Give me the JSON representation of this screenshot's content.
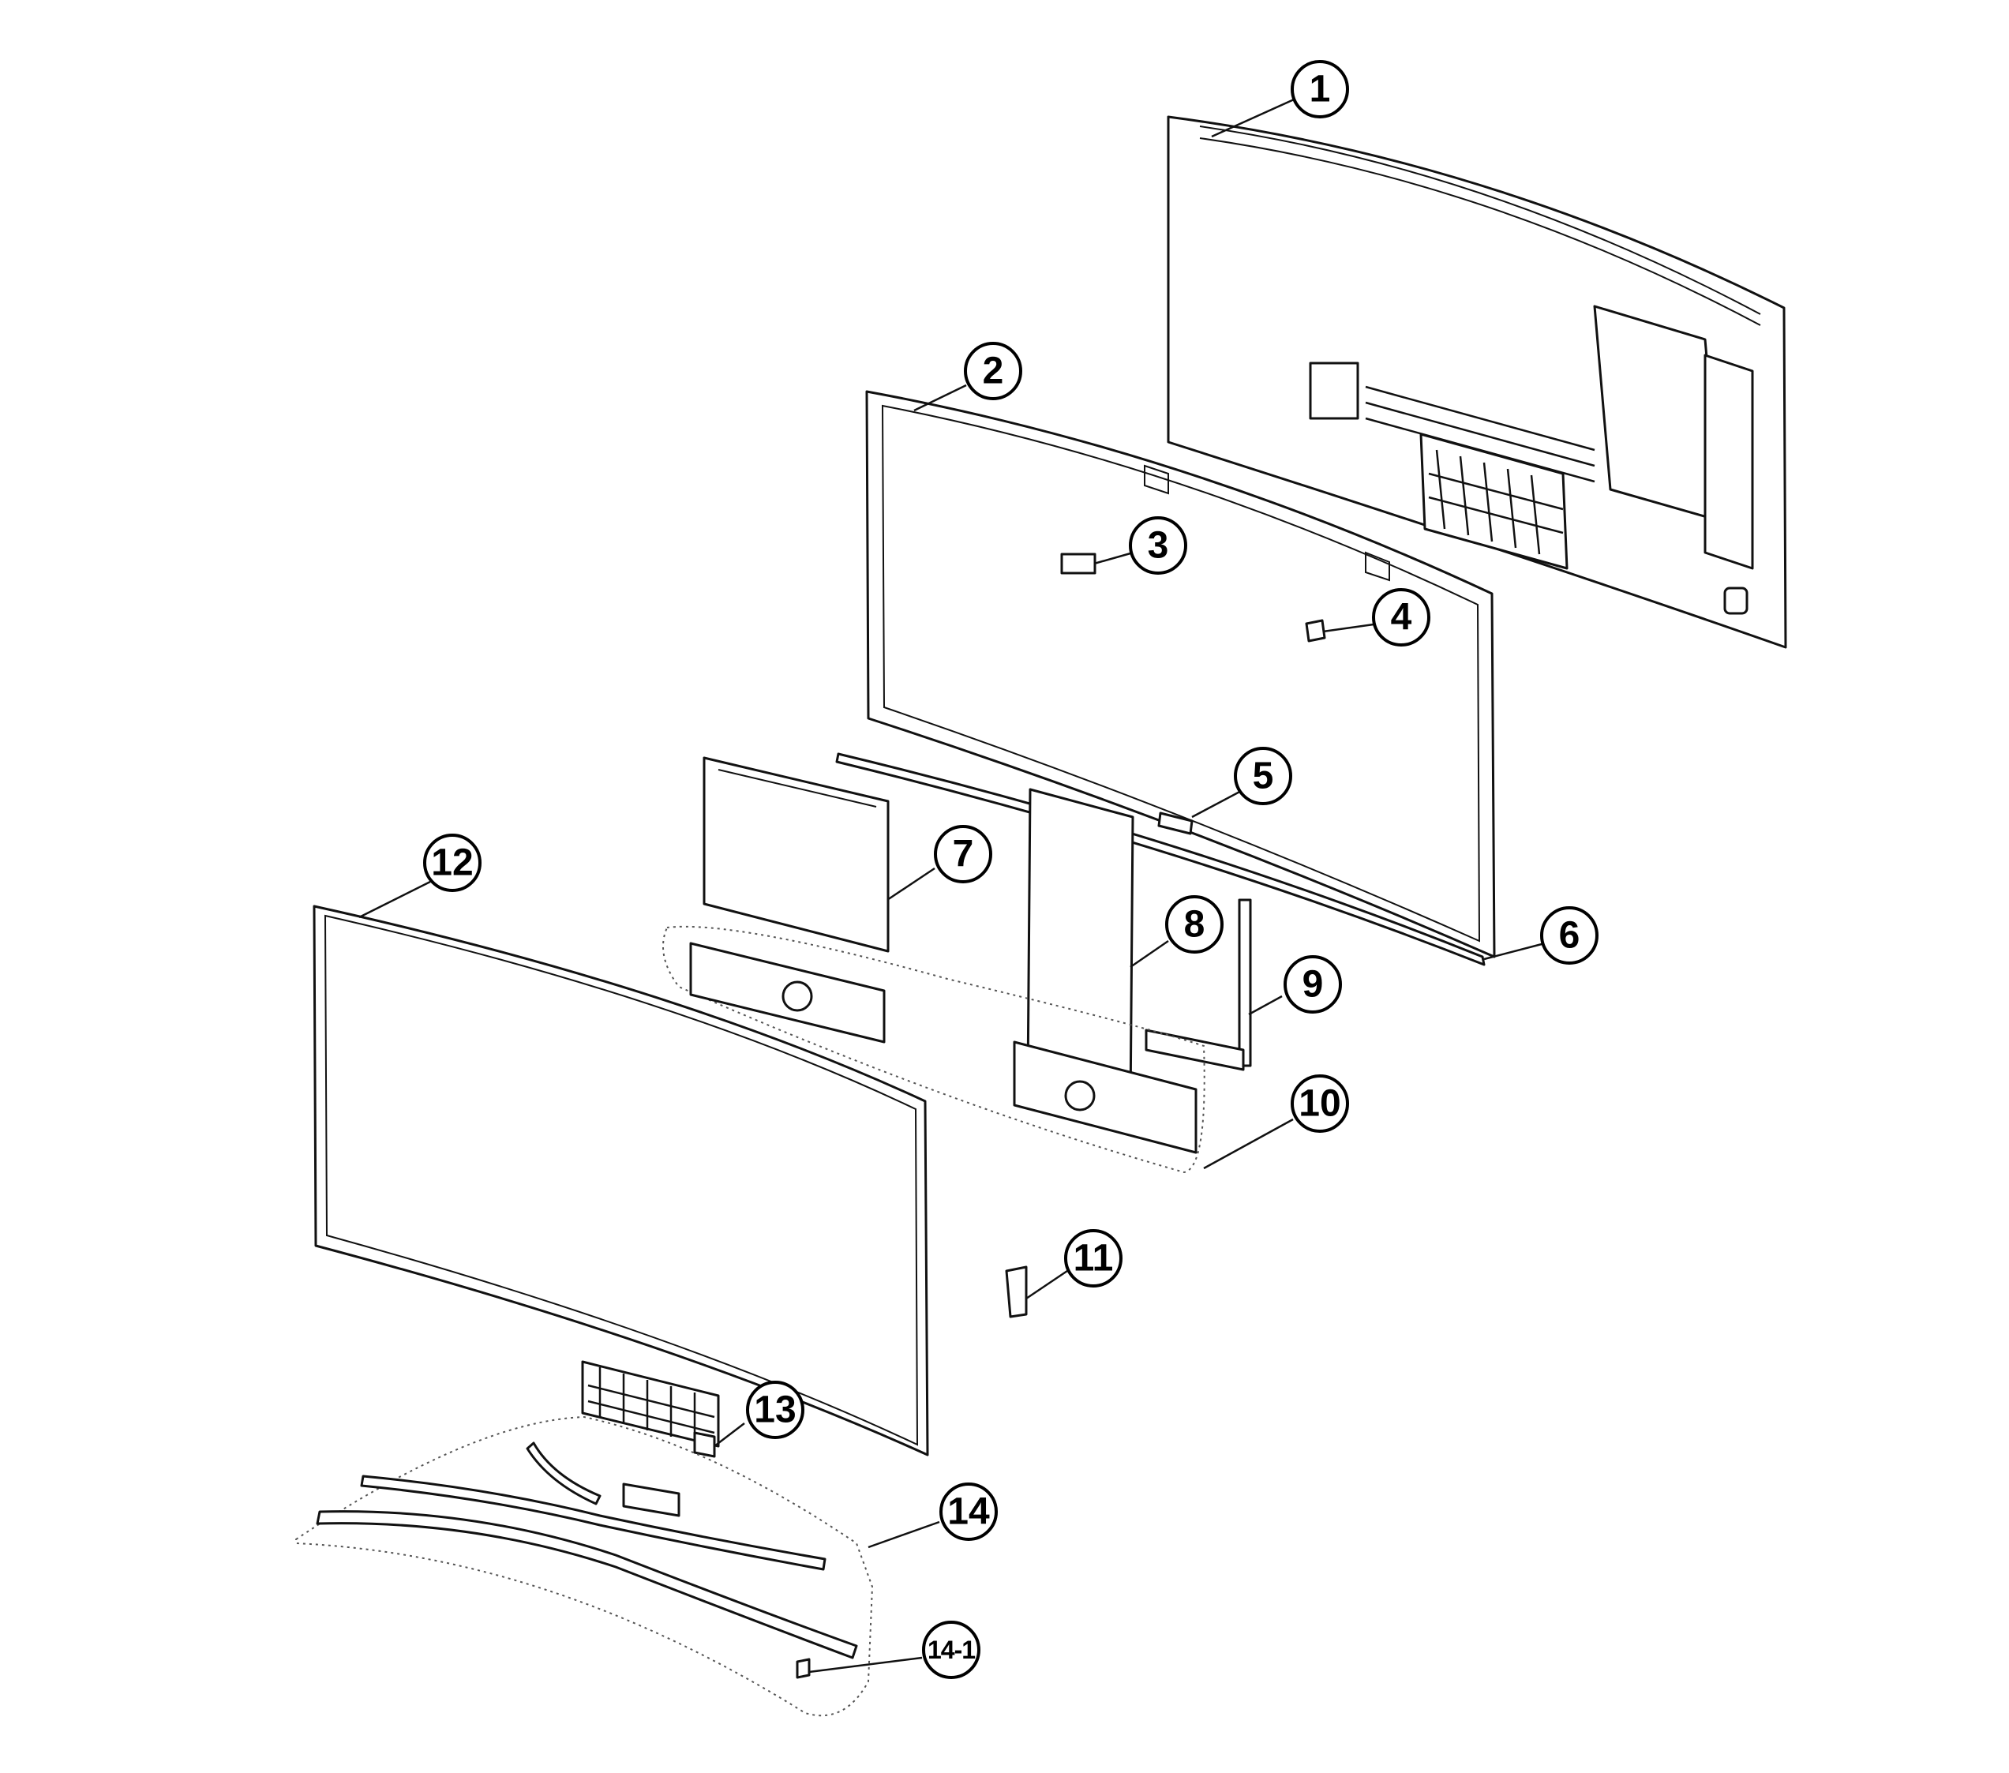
{
  "callouts": {
    "c1": "1",
    "c2": "2",
    "c3": "3",
    "c4": "4",
    "c5": "5",
    "c6": "6",
    "c7": "7",
    "c8": "8",
    "c9": "9",
    "c10": "10",
    "c11": "11",
    "c12": "12",
    "c13": "13",
    "c14": "14",
    "c14_1": "14-1"
  },
  "colors": {
    "line": "#111111",
    "background": "#ffffff"
  }
}
